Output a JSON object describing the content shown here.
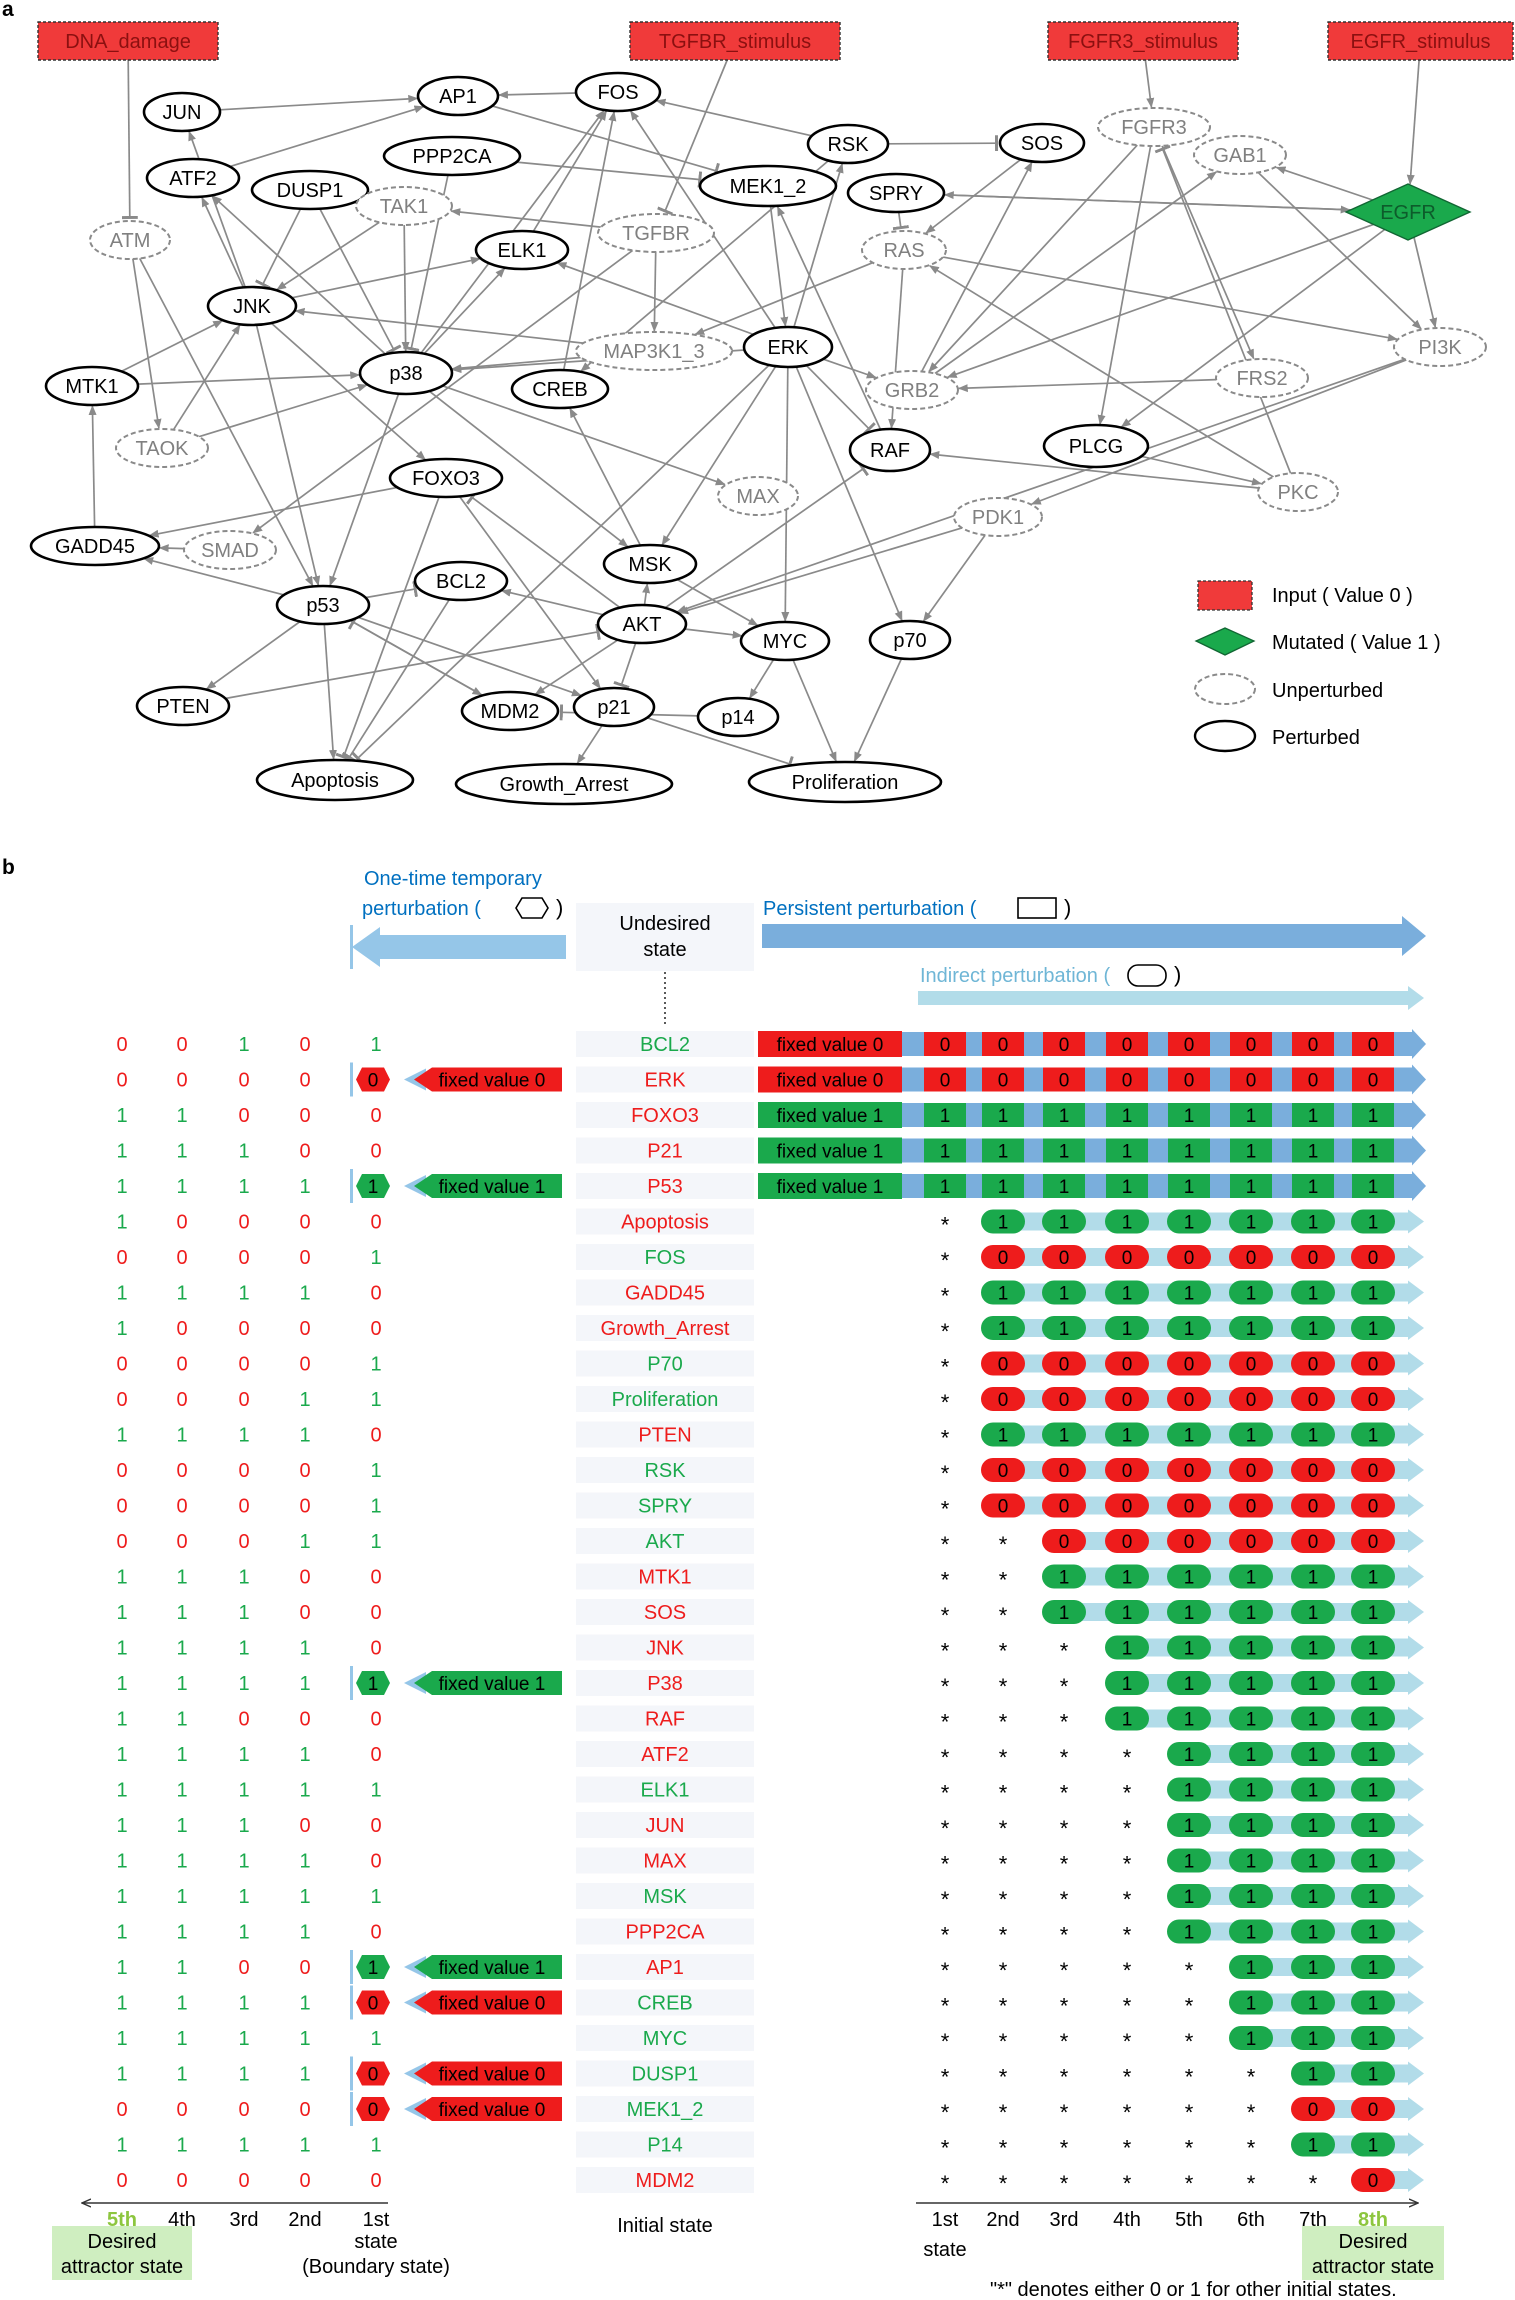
{
  "panel_a": {
    "label": "a",
    "inputs": [
      "DNA_damage",
      "TGFBR_stimulus",
      "FGFR3_stimulus",
      "EGFR_stimulus"
    ],
    "nodes": [
      {
        "id": "JUN",
        "s": "p"
      },
      {
        "id": "AP1",
        "s": "p"
      },
      {
        "id": "FOS",
        "s": "p"
      },
      {
        "id": "RSK",
        "s": "p"
      },
      {
        "id": "SOS",
        "s": "p"
      },
      {
        "id": "FGFR3",
        "s": "u"
      },
      {
        "id": "GAB1",
        "s": "u"
      },
      {
        "id": "ATF2",
        "s": "p"
      },
      {
        "id": "DUSP1",
        "s": "p"
      },
      {
        "id": "PPP2CA",
        "s": "p"
      },
      {
        "id": "TAK1",
        "s": "u"
      },
      {
        "id": "MEK1_2",
        "s": "p"
      },
      {
        "id": "SPRY",
        "s": "p"
      },
      {
        "id": "EGFR",
        "s": "m"
      },
      {
        "id": "ATM",
        "s": "u"
      },
      {
        "id": "TGFBR",
        "s": "u"
      },
      {
        "id": "RAS",
        "s": "u"
      },
      {
        "id": "ELK1",
        "s": "p"
      },
      {
        "id": "JNK",
        "s": "p"
      },
      {
        "id": "MAP3K1_3",
        "s": "u"
      },
      {
        "id": "ERK",
        "s": "p"
      },
      {
        "id": "PI3K",
        "s": "u"
      },
      {
        "id": "MTK1",
        "s": "p"
      },
      {
        "id": "p38",
        "s": "p"
      },
      {
        "id": "CREB",
        "s": "p"
      },
      {
        "id": "GRB2",
        "s": "u"
      },
      {
        "id": "FRS2",
        "s": "u"
      },
      {
        "id": "TAOK",
        "s": "u"
      },
      {
        "id": "RAF",
        "s": "p"
      },
      {
        "id": "PLCG",
        "s": "p"
      },
      {
        "id": "FOXO3",
        "s": "p"
      },
      {
        "id": "PKC",
        "s": "u"
      },
      {
        "id": "MAX",
        "s": "u"
      },
      {
        "id": "PDK1",
        "s": "u"
      },
      {
        "id": "GADD45",
        "s": "p"
      },
      {
        "id": "SMAD",
        "s": "u"
      },
      {
        "id": "MSK",
        "s": "p"
      },
      {
        "id": "BCL2",
        "s": "p"
      },
      {
        "id": "p53",
        "s": "p"
      },
      {
        "id": "AKT",
        "s": "p"
      },
      {
        "id": "MYC",
        "s": "p"
      },
      {
        "id": "p70",
        "s": "p"
      },
      {
        "id": "PTEN",
        "s": "p"
      },
      {
        "id": "MDM2",
        "s": "p"
      },
      {
        "id": "p21",
        "s": "p"
      },
      {
        "id": "p14",
        "s": "p"
      },
      {
        "id": "Apoptosis",
        "s": "p"
      },
      {
        "id": "Growth_Arrest",
        "s": "p"
      },
      {
        "id": "Proliferation",
        "s": "p"
      }
    ],
    "edges": [
      [
        "DNA_damage",
        "ATM",
        "i"
      ],
      [
        "TGFBR_stimulus",
        "TGFBR",
        "i"
      ],
      [
        "FGFR3_stimulus",
        "FGFR3",
        "a"
      ],
      [
        "EGFR_stimulus",
        "EGFR",
        "a"
      ],
      [
        "ATM",
        "p53",
        "a"
      ],
      [
        "ATM",
        "TAOK",
        "a"
      ],
      [
        "TGFBR",
        "TAK1",
        "a"
      ],
      [
        "TGFBR",
        "SMAD",
        "a"
      ],
      [
        "TGFBR",
        "MAP3K1_3",
        "a"
      ],
      [
        "TAK1",
        "JNK",
        "a"
      ],
      [
        "TAK1",
        "p38",
        "a"
      ],
      [
        "MAP3K1_3",
        "JNK",
        "a"
      ],
      [
        "MAP3K1_3",
        "p38",
        "a"
      ],
      [
        "TAOK",
        "JNK",
        "a"
      ],
      [
        "TAOK",
        "p38",
        "a"
      ],
      [
        "MTK1",
        "JNK",
        "a"
      ],
      [
        "MTK1",
        "p38",
        "a"
      ],
      [
        "GADD45",
        "MTK1",
        "a"
      ],
      [
        "SMAD",
        "GADD45",
        "a"
      ],
      [
        "p53",
        "GADD45",
        "a"
      ],
      [
        "JNK",
        "JUN",
        "a"
      ],
      [
        "JNK",
        "ATF2",
        "a"
      ],
      [
        "JNK",
        "ELK1",
        "a"
      ],
      [
        "JNK",
        "FOXO3",
        "a"
      ],
      [
        "JNK",
        "p53",
        "a"
      ],
      [
        "p38",
        "ATF2",
        "a"
      ],
      [
        "p38",
        "ELK1",
        "a"
      ],
      [
        "p38",
        "FOS",
        "a"
      ],
      [
        "p38",
        "MSK",
        "a"
      ],
      [
        "p38",
        "MAX",
        "a"
      ],
      [
        "p38",
        "p53",
        "a"
      ],
      [
        "DUSP1",
        "JNK",
        "i"
      ],
      [
        "DUSP1",
        "p38",
        "i"
      ],
      [
        "PPP2CA",
        "p38",
        "i"
      ],
      [
        "PPP2CA",
        "MEK1_2",
        "i"
      ],
      [
        "JUN",
        "AP1",
        "a"
      ],
      [
        "FOS",
        "AP1",
        "a"
      ],
      [
        "AP1",
        "MEK1_2",
        "i"
      ],
      [
        "ATF2",
        "AP1",
        "a"
      ],
      [
        "CREB",
        "FOS",
        "a"
      ],
      [
        "ELK1",
        "FOS",
        "a"
      ],
      [
        "ERK",
        "ELK1",
        "a"
      ],
      [
        "ERK",
        "FOS",
        "a"
      ],
      [
        "ERK",
        "RSK",
        "a"
      ],
      [
        "ERK",
        "MSK",
        "a"
      ],
      [
        "ERK",
        "p70",
        "a"
      ],
      [
        "ERK",
        "GRB2",
        "a"
      ],
      [
        "ERK",
        "MYC",
        "a"
      ],
      [
        "ERK",
        "RAF",
        "i"
      ],
      [
        "ERK",
        "Apoptosis",
        "i"
      ],
      [
        "ERK",
        "p38",
        "a"
      ],
      [
        "MEK1_2",
        "ERK",
        "a"
      ],
      [
        "RSK",
        "FOS",
        "a"
      ],
      [
        "RSK",
        "SOS",
        "i"
      ],
      [
        "RSK",
        "CREB",
        "a"
      ],
      [
        "MSK",
        "CREB",
        "a"
      ],
      [
        "MSK",
        "MYC",
        "a"
      ],
      [
        "RAF",
        "MEK1_2",
        "a"
      ],
      [
        "RAS",
        "RAF",
        "a"
      ],
      [
        "RAS",
        "MAP3K1_3",
        "a"
      ],
      [
        "RAS",
        "PI3K",
        "a"
      ],
      [
        "SOS",
        "RAS",
        "a"
      ],
      [
        "GRB2",
        "SOS",
        "a"
      ],
      [
        "GRB2",
        "GAB1",
        "a"
      ],
      [
        "GAB1",
        "PI3K",
        "a"
      ],
      [
        "FRS2",
        "GRB2",
        "a"
      ],
      [
        "FGFR3",
        "FRS2",
        "a"
      ],
      [
        "FGFR3",
        "PLCG",
        "a"
      ],
      [
        "FGFR3",
        "GRB2",
        "a"
      ],
      [
        "EGFR",
        "GRB2",
        "a"
      ],
      [
        "EGFR",
        "PLCG",
        "a"
      ],
      [
        "EGFR",
        "PI3K",
        "a"
      ],
      [
        "EGFR",
        "GAB1",
        "a"
      ],
      [
        "EGFR",
        "SPRY",
        "a"
      ],
      [
        "SPRY",
        "RAS",
        "i"
      ],
      [
        "SPRY",
        "EGFR",
        "a"
      ],
      [
        "PLCG",
        "PKC",
        "a"
      ],
      [
        "PKC",
        "RAF",
        "a"
      ],
      [
        "PKC",
        "RAS",
        "a"
      ],
      [
        "PKC",
        "FGFR3",
        "i"
      ],
      [
        "PI3K",
        "PDK1",
        "a"
      ],
      [
        "PI3K",
        "AKT",
        "a"
      ],
      [
        "PDK1",
        "AKT",
        "a"
      ],
      [
        "PDK1",
        "p70",
        "a"
      ],
      [
        "AKT",
        "BCL2",
        "a"
      ],
      [
        "AKT",
        "MDM2",
        "a"
      ],
      [
        "AKT",
        "RAF",
        "i"
      ],
      [
        "AKT",
        "MSK",
        "a"
      ],
      [
        "AKT",
        "p21",
        "i"
      ],
      [
        "AKT",
        "FOXO3",
        "i"
      ],
      [
        "AKT",
        "MYC",
        "a"
      ],
      [
        "MYC",
        "p14",
        "a"
      ],
      [
        "MYC",
        "Proliferation",
        "a"
      ],
      [
        "p14",
        "MDM2",
        "i"
      ],
      [
        "p70",
        "Proliferation",
        "a"
      ],
      [
        "p53",
        "PTEN",
        "a"
      ],
      [
        "p53",
        "MDM2",
        "a"
      ],
      [
        "p53",
        "p21",
        "a"
      ],
      [
        "p53",
        "Apoptosis",
        "a"
      ],
      [
        "p53",
        "BCL2",
        "i"
      ],
      [
        "PTEN",
        "AKT",
        "i"
      ],
      [
        "MDM2",
        "p53",
        "i"
      ],
      [
        "p21",
        "Growth_Arrest",
        "a"
      ],
      [
        "p21",
        "Proliferation",
        "i"
      ],
      [
        "BCL2",
        "Apoptosis",
        "i"
      ],
      [
        "FOXO3",
        "Apoptosis",
        "i"
      ],
      [
        "FOXO3",
        "p21",
        "a"
      ],
      [
        "FOXO3",
        "GADD45",
        "a"
      ]
    ],
    "legend": [
      {
        "kind": "input",
        "label": "Input ( Value 0 )",
        "color": "#f03a3a"
      },
      {
        "kind": "mutated",
        "label": "Mutated ( Value 1 )",
        "color": "#1aa94c"
      },
      {
        "kind": "unperturbed",
        "label": "Unperturbed"
      },
      {
        "kind": "perturbed",
        "label": "Perturbed"
      }
    ]
  },
  "panel_b": {
    "label": "b",
    "temp_title": [
      "One-time temporary",
      "perturbation ("
    ],
    "temp_title_close": ")",
    "persistent_title": "Persistent perturbation (",
    "persistent_close": ")",
    "indirect_title": "Indirect perturbation (",
    "indirect_close": ")",
    "undesired": [
      "Undesired",
      "state"
    ],
    "initial_label": "Initial state",
    "left_cols": [
      "5th",
      "4th",
      "3rd",
      "2nd",
      "1st"
    ],
    "left_desired": [
      "Desired",
      "attractor state"
    ],
    "left_boundary": [
      "state",
      "(Boundary state)"
    ],
    "right_cols": [
      "1st",
      "2nd",
      "3rd",
      "4th",
      "5th",
      "6th",
      "7th",
      "8th"
    ],
    "right_first_sub": "state",
    "right_desired": [
      "Desired",
      "attractor state"
    ],
    "footnote": "\"*\" denotes either 0 or 1 for other initial states.",
    "colors": {
      "red": "#ee1c1c",
      "green": "#1aa94c",
      "blue": "#0070c0",
      "light_blue": "#95c6e8",
      "lighter_blue": "#b2dce9",
      "desired_bg": "#cfeec0",
      "gold": "#8dc63f"
    },
    "rows": [
      {
        "name": "BCL2",
        "c": "g",
        "left": [
          0,
          0,
          1,
          0,
          1
        ],
        "persistent": "fixed value 0",
        "pv": 0,
        "start": 1
      },
      {
        "name": "ERK",
        "c": "r",
        "left": [
          0,
          0,
          0,
          0,
          0
        ],
        "temp": "fixed value 0",
        "persistent": "fixed value 0",
        "pv": 0,
        "start": 1
      },
      {
        "name": "FOXO3",
        "c": "r",
        "left": [
          1,
          1,
          0,
          0,
          0
        ],
        "persistent": "fixed value 1",
        "pv": 1,
        "start": 1
      },
      {
        "name": "P21",
        "c": "r",
        "left": [
          1,
          1,
          1,
          0,
          0
        ],
        "persistent": "fixed value 1",
        "pv": 1,
        "start": 1
      },
      {
        "name": "P53",
        "c": "r",
        "left": [
          1,
          1,
          1,
          1,
          1
        ],
        "temp": "fixed value 1",
        "persistent": "fixed value 1",
        "pv": 1,
        "start": 1
      },
      {
        "name": "Apoptosis",
        "c": "r",
        "left": [
          1,
          0,
          0,
          0,
          0
        ],
        "start": 2,
        "v": 1
      },
      {
        "name": "FOS",
        "c": "g",
        "left": [
          0,
          0,
          0,
          0,
          1
        ],
        "start": 2,
        "v": 0
      },
      {
        "name": "GADD45",
        "c": "r",
        "left": [
          1,
          1,
          1,
          1,
          0
        ],
        "start": 2,
        "v": 1
      },
      {
        "name": "Growth_Arrest",
        "c": "r",
        "left": [
          1,
          0,
          0,
          0,
          0
        ],
        "start": 2,
        "v": 1
      },
      {
        "name": "P70",
        "c": "g",
        "left": [
          0,
          0,
          0,
          0,
          1
        ],
        "start": 2,
        "v": 0
      },
      {
        "name": "Proliferation",
        "c": "g",
        "left": [
          0,
          0,
          0,
          1,
          1
        ],
        "start": 2,
        "v": 0
      },
      {
        "name": "PTEN",
        "c": "r",
        "left": [
          1,
          1,
          1,
          1,
          0
        ],
        "start": 2,
        "v": 1
      },
      {
        "name": "RSK",
        "c": "g",
        "left": [
          0,
          0,
          0,
          0,
          1
        ],
        "start": 2,
        "v": 0
      },
      {
        "name": "SPRY",
        "c": "g",
        "left": [
          0,
          0,
          0,
          0,
          1
        ],
        "start": 2,
        "v": 0
      },
      {
        "name": "AKT",
        "c": "g",
        "left": [
          0,
          0,
          0,
          1,
          1
        ],
        "start": 3,
        "v": 0
      },
      {
        "name": "MTK1",
        "c": "r",
        "left": [
          1,
          1,
          1,
          0,
          0
        ],
        "start": 3,
        "v": 1
      },
      {
        "name": "SOS",
        "c": "r",
        "left": [
          1,
          1,
          1,
          0,
          0
        ],
        "start": 3,
        "v": 1
      },
      {
        "name": "JNK",
        "c": "r",
        "left": [
          1,
          1,
          1,
          1,
          0
        ],
        "start": 4,
        "v": 1
      },
      {
        "name": "P38",
        "c": "r",
        "left": [
          1,
          1,
          1,
          1,
          1
        ],
        "temp": "fixed value 1",
        "start": 4,
        "v": 1
      },
      {
        "name": "RAF",
        "c": "r",
        "left": [
          1,
          1,
          0,
          0,
          0
        ],
        "start": 4,
        "v": 1
      },
      {
        "name": "ATF2",
        "c": "r",
        "left": [
          1,
          1,
          1,
          1,
          0
        ],
        "start": 5,
        "v": 1
      },
      {
        "name": "ELK1",
        "c": "g",
        "left": [
          1,
          1,
          1,
          1,
          1
        ],
        "start": 5,
        "v": 1
      },
      {
        "name": "JUN",
        "c": "r",
        "left": [
          1,
          1,
          1,
          0,
          0
        ],
        "start": 5,
        "v": 1
      },
      {
        "name": "MAX",
        "c": "r",
        "left": [
          1,
          1,
          1,
          1,
          0
        ],
        "start": 5,
        "v": 1
      },
      {
        "name": "MSK",
        "c": "g",
        "left": [
          1,
          1,
          1,
          1,
          1
        ],
        "start": 5,
        "v": 1
      },
      {
        "name": "PPP2CA",
        "c": "r",
        "left": [
          1,
          1,
          1,
          1,
          0
        ],
        "start": 5,
        "v": 1
      },
      {
        "name": "AP1",
        "c": "r",
        "left": [
          1,
          1,
          0,
          0,
          1
        ],
        "temp": "fixed value 1",
        "start": 6,
        "v": 1
      },
      {
        "name": "CREB",
        "c": "g",
        "left": [
          1,
          1,
          1,
          1,
          0
        ],
        "temp": "fixed value 0",
        "start": 6,
        "v": 1
      },
      {
        "name": "MYC",
        "c": "g",
        "left": [
          1,
          1,
          1,
          1,
          1
        ],
        "start": 6,
        "v": 1
      },
      {
        "name": "DUSP1",
        "c": "g",
        "left": [
          1,
          1,
          1,
          1,
          0
        ],
        "temp": "fixed value 0",
        "start": 7,
        "v": 1
      },
      {
        "name": "MEK1_2",
        "c": "g",
        "left": [
          0,
          0,
          0,
          0,
          0
        ],
        "temp": "fixed value 0",
        "start": 7,
        "v": 0
      },
      {
        "name": "P14",
        "c": "g",
        "left": [
          1,
          1,
          1,
          1,
          1
        ],
        "start": 7,
        "v": 1
      },
      {
        "name": "MDM2",
        "c": "r",
        "left": [
          0,
          0,
          0,
          0,
          0
        ],
        "start": 8,
        "v": 0
      }
    ]
  }
}
